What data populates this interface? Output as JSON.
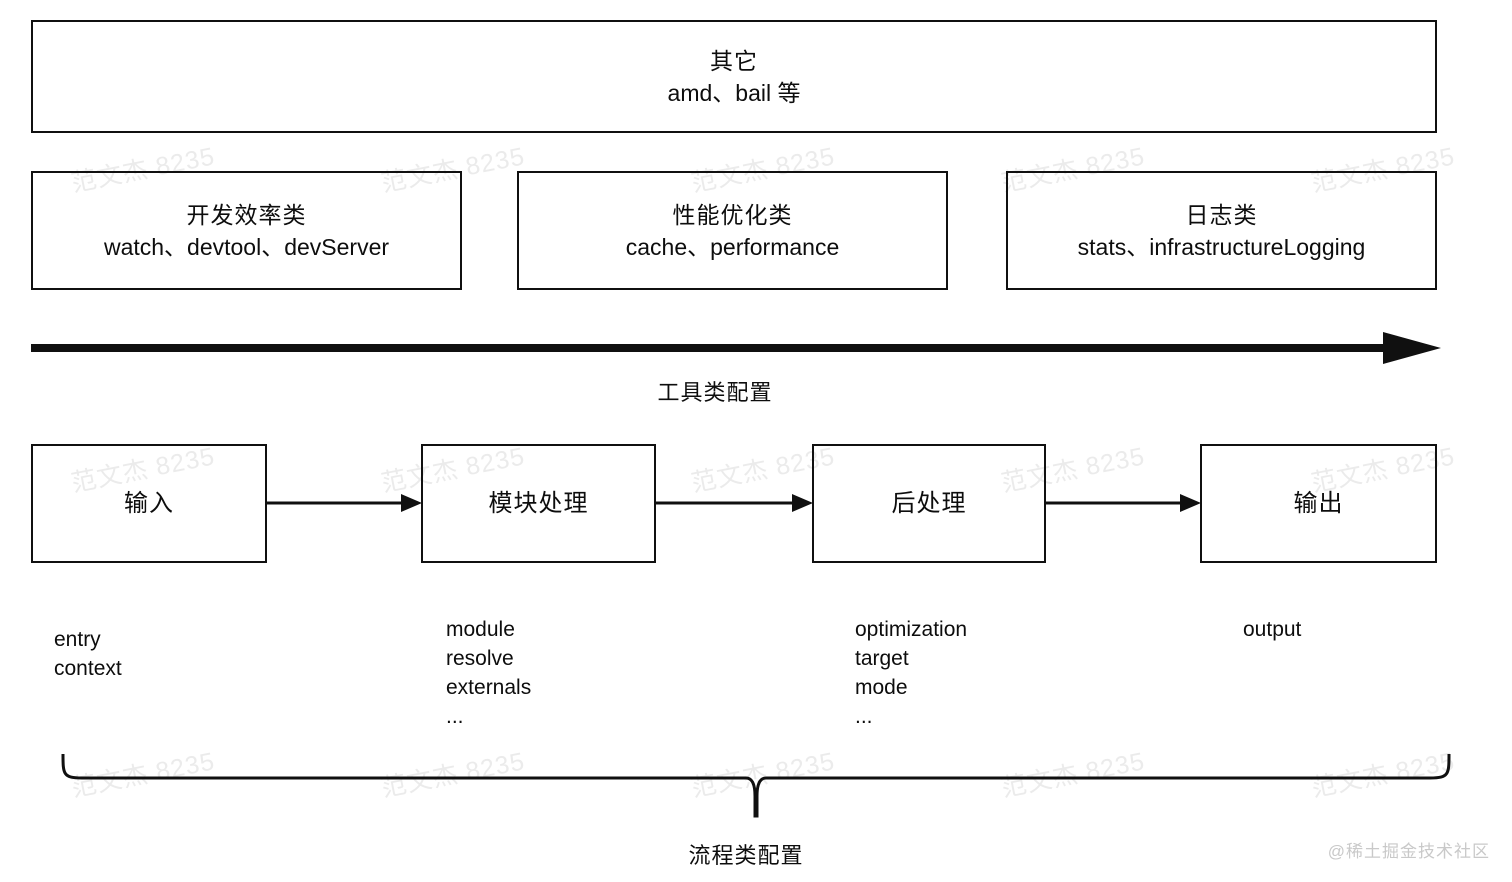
{
  "diagram": {
    "title_other": {
      "heading": "其它",
      "subtitle": "amd、bail 等"
    },
    "categories": [
      {
        "heading": "开发效率类",
        "items": "watch、devtool、devServer"
      },
      {
        "heading": "性能优化类",
        "items": "cache、performance"
      },
      {
        "heading": "日志类",
        "items": "stats、infrastructureLogging"
      }
    ],
    "tool_arrow": {
      "label": "工具类配置"
    },
    "flow": {
      "stages": [
        {
          "label": "输入"
        },
        {
          "label": "模块处理"
        },
        {
          "label": "后处理"
        },
        {
          "label": "输出"
        }
      ],
      "options": [
        [
          "entry",
          "context"
        ],
        [
          "module",
          "resolve",
          "externals",
          "..."
        ],
        [
          "optimization",
          "target",
          "mode",
          "..."
        ],
        [
          "output"
        ]
      ]
    },
    "brace": {
      "label": "流程类配置"
    },
    "watermark": {
      "tile_text": "范文杰 8235",
      "corner_text": "@稀土掘金技术社区"
    },
    "colors": {
      "stroke": "#101010",
      "text": "#0d0d0d",
      "background": "#ffffff",
      "watermark": "#ebebeb",
      "corner_watermark": "#c9c9c9"
    }
  }
}
